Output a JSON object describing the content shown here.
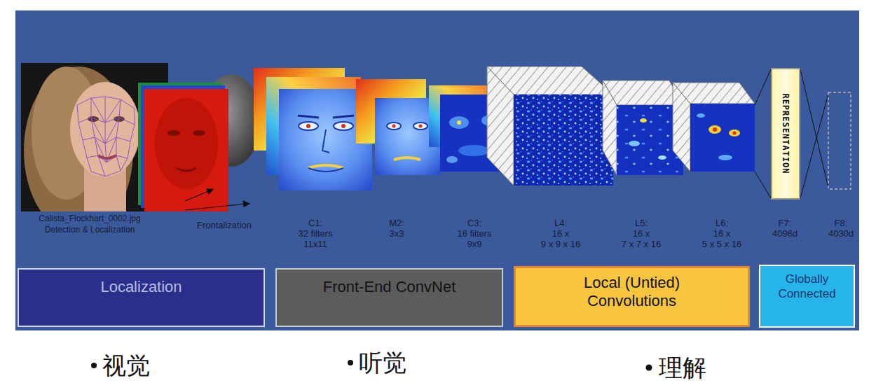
{
  "diagram": {
    "nodes": [
      {
        "text": [
          "REPRESENTATION"
        ]
      },
      {
        "text": [
          "Localization"
        ]
      },
      {
        "text": [
          "Front-End ConvNet"
        ]
      },
      {
        "text": [
          "Local (Untied) Convolutions"
        ]
      },
      {
        "text": [
          "Globally Connected"
        ]
      }
    ],
    "labels": [
      "Calista_Flockhart_0002.jpg",
      "Detection & Localization",
      "Frontalization",
      "C1:",
      "32 filters",
      "11x11",
      "M2:",
      "3x3",
      "C3:",
      "16 filters",
      "9x9",
      "L4:",
      "16 x",
      "9 x 9 x 16",
      "L5:",
      "16 x",
      "7 x 7 x 16",
      "L6:",
      "16 x",
      "5 x 5 x 16",
      "F7:",
      "4096d",
      "F8:",
      "4030d",
      "视觉",
      "听觉",
      "理解"
    ]
  }
}
